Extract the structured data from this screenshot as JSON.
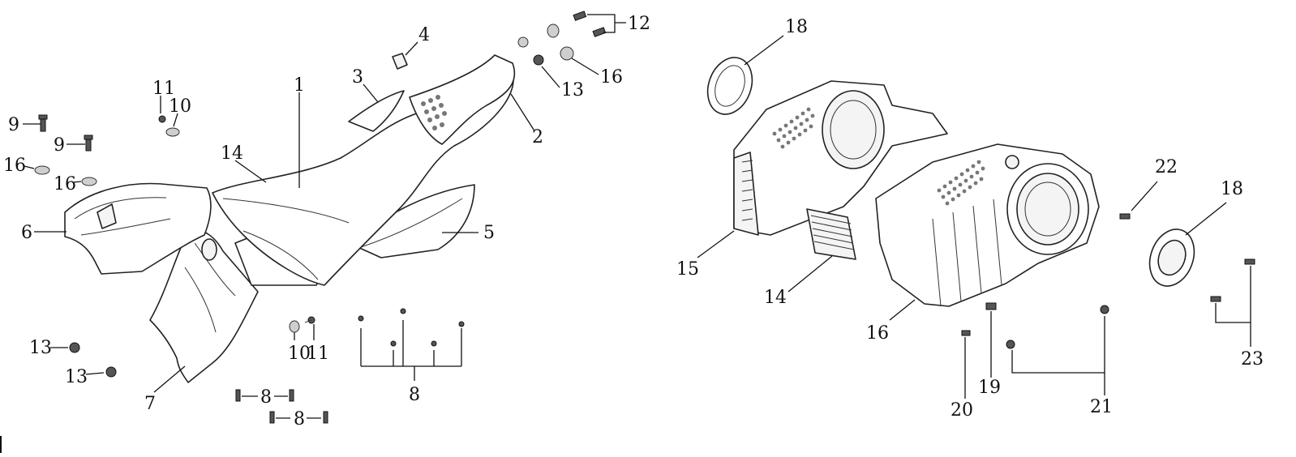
{
  "labels": {
    "l1": "1",
    "l2": "2",
    "l3": "3",
    "l4": "4",
    "l5": "5",
    "l6": "6",
    "l7": "7",
    "l8a": "8",
    "l8b": "8",
    "l8c": "8",
    "l9a": "9",
    "l9b": "9",
    "l10a": "10",
    "l10b": "10",
    "l11a": "11",
    "l11b": "11",
    "l12": "12",
    "l13a": "13",
    "l13b": "13",
    "l13c": "13",
    "l14": "14",
    "l16a": "16",
    "l16b": "16",
    "l16c": "16",
    "r14": "14",
    "r15": "15",
    "r16": "16",
    "r18a": "18",
    "r18b": "18",
    "r19": "19",
    "r20": "20",
    "r21": "21",
    "r22": "22",
    "r23": "23"
  }
}
